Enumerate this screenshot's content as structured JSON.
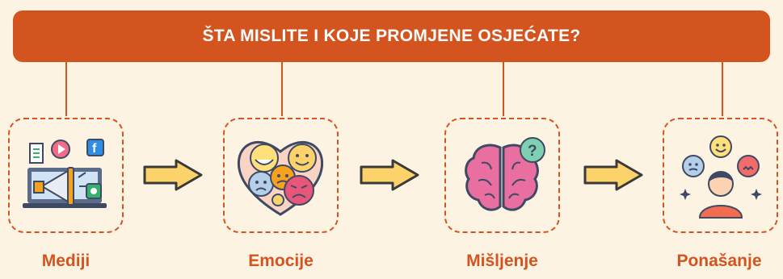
{
  "header": {
    "title": "ŠTA MISLITE I KOJE PROMJENE OSJEĆATE?"
  },
  "steps": [
    {
      "label": "Mediji",
      "icon": "media-megaphone-icon"
    },
    {
      "label": "Emocije",
      "icon": "emotions-heart-icon"
    },
    {
      "label": "Mišljenje",
      "icon": "brain-question-icon"
    },
    {
      "label": "Ponašanje",
      "icon": "person-emotions-icon"
    }
  ],
  "colors": {
    "accent": "#d4541f",
    "background": "#fdf3e3",
    "arrow_fill": "#fcd36b"
  }
}
